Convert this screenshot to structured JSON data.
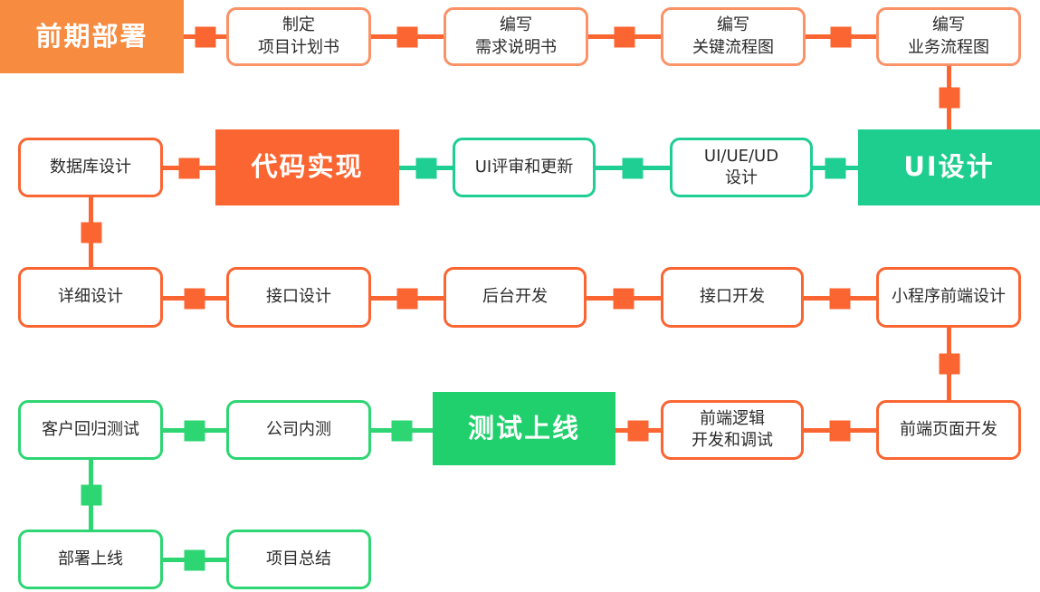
{
  "diagram": {
    "type": "flowchart",
    "language": "zh-CN",
    "colors": {
      "phase_orange_solid": "#F78B3F",
      "deep_orange_solid": "#FB6532",
      "orange_border_light": "#FB9268",
      "orange_line": "#FB6532",
      "emerald_solid": "#1ECE8E",
      "emerald_line": "#1FCE92",
      "green_solid": "#1FD06C",
      "green_line": "#2ED573",
      "node_text_dark": "#2b2b2b",
      "node_text_light": "#ffffff",
      "background": "#ffffff"
    },
    "nodes": [
      {
        "label": "前期部署",
        "style": "solid-orange-soft"
      },
      {
        "label": "制定\n项目计划书",
        "style": "outline-orange-light"
      },
      {
        "label": "编写\n需求说明书",
        "style": "outline-orange-light"
      },
      {
        "label": "编写\n关键流程图",
        "style": "outline-orange-light"
      },
      {
        "label": "编写\n业务流程图",
        "style": "outline-orange-light"
      },
      {
        "label": "数据库设计",
        "style": "outline-orange"
      },
      {
        "label": "代码实现",
        "style": "solid-orange"
      },
      {
        "label": "UI评审和更新",
        "style": "outline-emerald"
      },
      {
        "label": "UI/UE/UD\n设计",
        "style": "outline-emerald"
      },
      {
        "label": "UI设计",
        "style": "solid-emerald"
      },
      {
        "label": "详细设计",
        "style": "outline-orange"
      },
      {
        "label": "接口设计",
        "style": "outline-orange"
      },
      {
        "label": "后台开发",
        "style": "outline-orange"
      },
      {
        "label": "接口开发",
        "style": "outline-orange"
      },
      {
        "label": "小程序前端设计",
        "style": "outline-orange"
      },
      {
        "label": "客户回归测试",
        "style": "outline-green"
      },
      {
        "label": "公司内测",
        "style": "outline-green"
      },
      {
        "label": "测试上线",
        "style": "solid-green"
      },
      {
        "label": "前端逻辑\n开发和调试",
        "style": "outline-orange"
      },
      {
        "label": "前端页面开发",
        "style": "outline-orange"
      },
      {
        "label": "部署上线",
        "style": "outline-green"
      },
      {
        "label": "项目总结",
        "style": "outline-green"
      }
    ],
    "edges": [
      {
        "from": "前期部署",
        "to": "制定项目计划书",
        "color": "orange"
      },
      {
        "from": "制定项目计划书",
        "to": "编写需求说明书",
        "color": "orange"
      },
      {
        "from": "编写需求说明书",
        "to": "编写关键流程图",
        "color": "orange"
      },
      {
        "from": "编写关键流程图",
        "to": "编写业务流程图",
        "color": "orange"
      },
      {
        "from": "编写业务流程图",
        "to": "UI设计",
        "color": "orange"
      },
      {
        "from": "UI设计",
        "to": "UI/UE/UD设计",
        "color": "emerald"
      },
      {
        "from": "UI/UE/UD设计",
        "to": "UI评审和更新",
        "color": "emerald"
      },
      {
        "from": "UI评审和更新",
        "to": "代码实现",
        "color": "emerald"
      },
      {
        "from": "代码实现",
        "to": "数据库设计",
        "color": "orange"
      },
      {
        "from": "数据库设计",
        "to": "详细设计",
        "color": "orange"
      },
      {
        "from": "详细设计",
        "to": "接口设计",
        "color": "orange"
      },
      {
        "from": "接口设计",
        "to": "后台开发",
        "color": "orange"
      },
      {
        "from": "后台开发",
        "to": "接口开发",
        "color": "orange"
      },
      {
        "from": "接口开发",
        "to": "小程序前端设计",
        "color": "orange"
      },
      {
        "from": "小程序前端设计",
        "to": "前端页面开发",
        "color": "orange"
      },
      {
        "from": "前端页面开发",
        "to": "前端逻辑开发和调试",
        "color": "orange"
      },
      {
        "from": "前端逻辑开发和调试",
        "to": "测试上线",
        "color": "orange"
      },
      {
        "from": "测试上线",
        "to": "公司内测",
        "color": "green"
      },
      {
        "from": "公司内测",
        "to": "客户回归测试",
        "color": "green"
      },
      {
        "from": "客户回归测试",
        "to": "部署上线",
        "color": "green"
      },
      {
        "from": "部署上线",
        "to": "项目总结",
        "color": "green"
      }
    ]
  }
}
